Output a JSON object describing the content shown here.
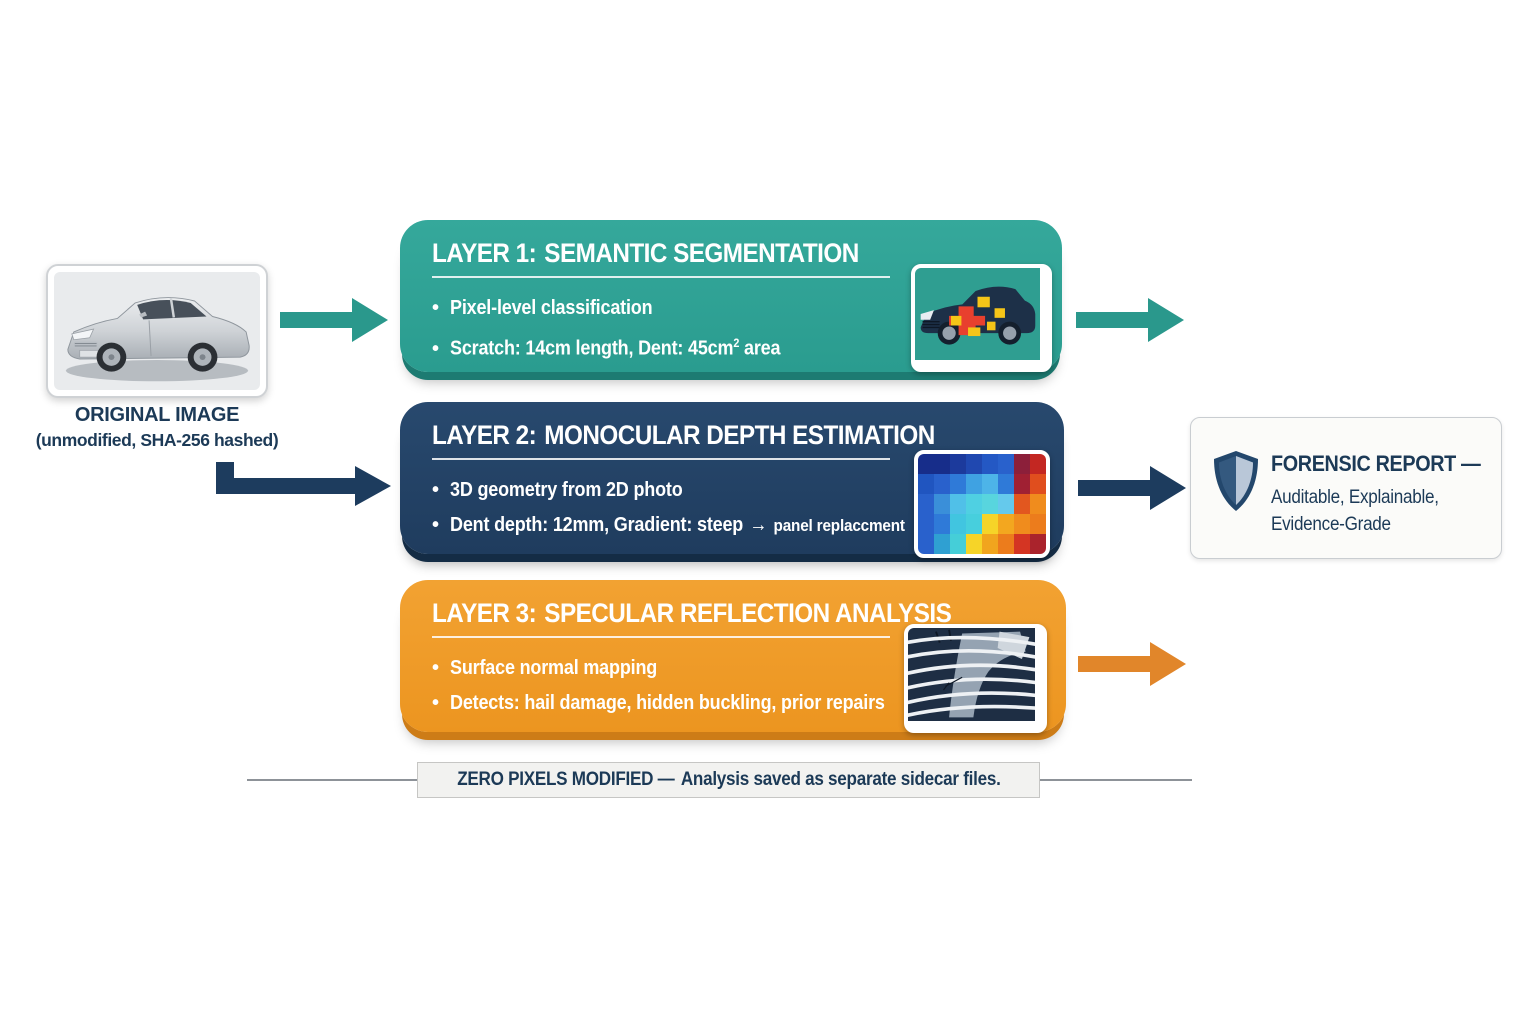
{
  "colors": {
    "teal": "#2a9c8f",
    "teal_dark": "#1d7b72",
    "teal_arrow": "#2a988c",
    "navy": "#1f3c5e",
    "navy_dark": "#142c45",
    "navy_arrow": "#1d3c5e",
    "orange": "#ec9520",
    "orange_dark": "#cd7c17",
    "orange_arrow": "#e1862a",
    "text_navy": "#1c3a57"
  },
  "original": {
    "title": "ORIGINAL IMAGE",
    "subtitle": "(unmodified, SHA-256 hashed)",
    "image": "silver-sedan-photo"
  },
  "layers": [
    {
      "title_prefix": "LAYER 1:",
      "title_rest": "SEMANTIC SEGMENTATION",
      "bullet_dot": "•",
      "bullet1": "Pixel-level classification",
      "bullet2_pre": "Scratch: 14cm length, Dent: 45cm",
      "bullet2_sup": "2",
      "bullet2_post": " area",
      "thumb": "segmentation-overlay-car"
    },
    {
      "title_prefix": "LAYER 2:",
      "title_rest": "MONOCULAR DEPTH ESTIMATION",
      "bullet_dot": "•",
      "bullet1": "3D geometry from 2D photo",
      "bullet2_main": "Dent depth: 12mm, Gradient: steep",
      "bullet2_arrow": "→",
      "bullet2_tail": "panel replaccment",
      "thumb": "depth-heatmap"
    },
    {
      "title_prefix": "LAYER 3:",
      "title_rest": "SPECULAR REFLECTION ANALYSIS",
      "bullet_dot": "•",
      "bullet1": "Surface normal mapping",
      "bullet2": "Detects: hail damage, hidden buckling, prior repairs",
      "thumb": "specular-reflection-map"
    }
  ],
  "report": {
    "title": "FORENSIC REPORT —",
    "line1": "Auditable, Explainable,",
    "line2": "Evidence-Grade",
    "icon": "shield-icon"
  },
  "footer": {
    "bold": "ZERO PIXELS MODIFIED —",
    "rest": "Analysis saved as separate sidecar files."
  },
  "depth_heatmap": {
    "rows": [
      [
        "#172d8a",
        "#172d8a",
        "#1c3a9c",
        "#2048b0",
        "#2458c4",
        "#2961cc",
        "#8c1f3a",
        "#c32722"
      ],
      [
        "#2055c0",
        "#2961cc",
        "#2f7ad8",
        "#3fa2e2",
        "#4db4e8",
        "#2f7ad8",
        "#a02033",
        "#e04e1e"
      ],
      [
        "#2961cc",
        "#3a8fd9",
        "#50c0e8",
        "#4fd0e2",
        "#58d5de",
        "#65c9ec",
        "#e2571f",
        "#f08c1d"
      ],
      [
        "#2961cc",
        "#2f7ad8",
        "#41c5e0",
        "#47cfdd",
        "#f6d428",
        "#f3a71f",
        "#f08c1d",
        "#ec7c1c"
      ],
      [
        "#2961cc",
        "#2fa0d2",
        "#45ced8",
        "#f6d428",
        "#f1a51e",
        "#ec7c1c",
        "#d43523",
        "#aa232c"
      ]
    ]
  }
}
